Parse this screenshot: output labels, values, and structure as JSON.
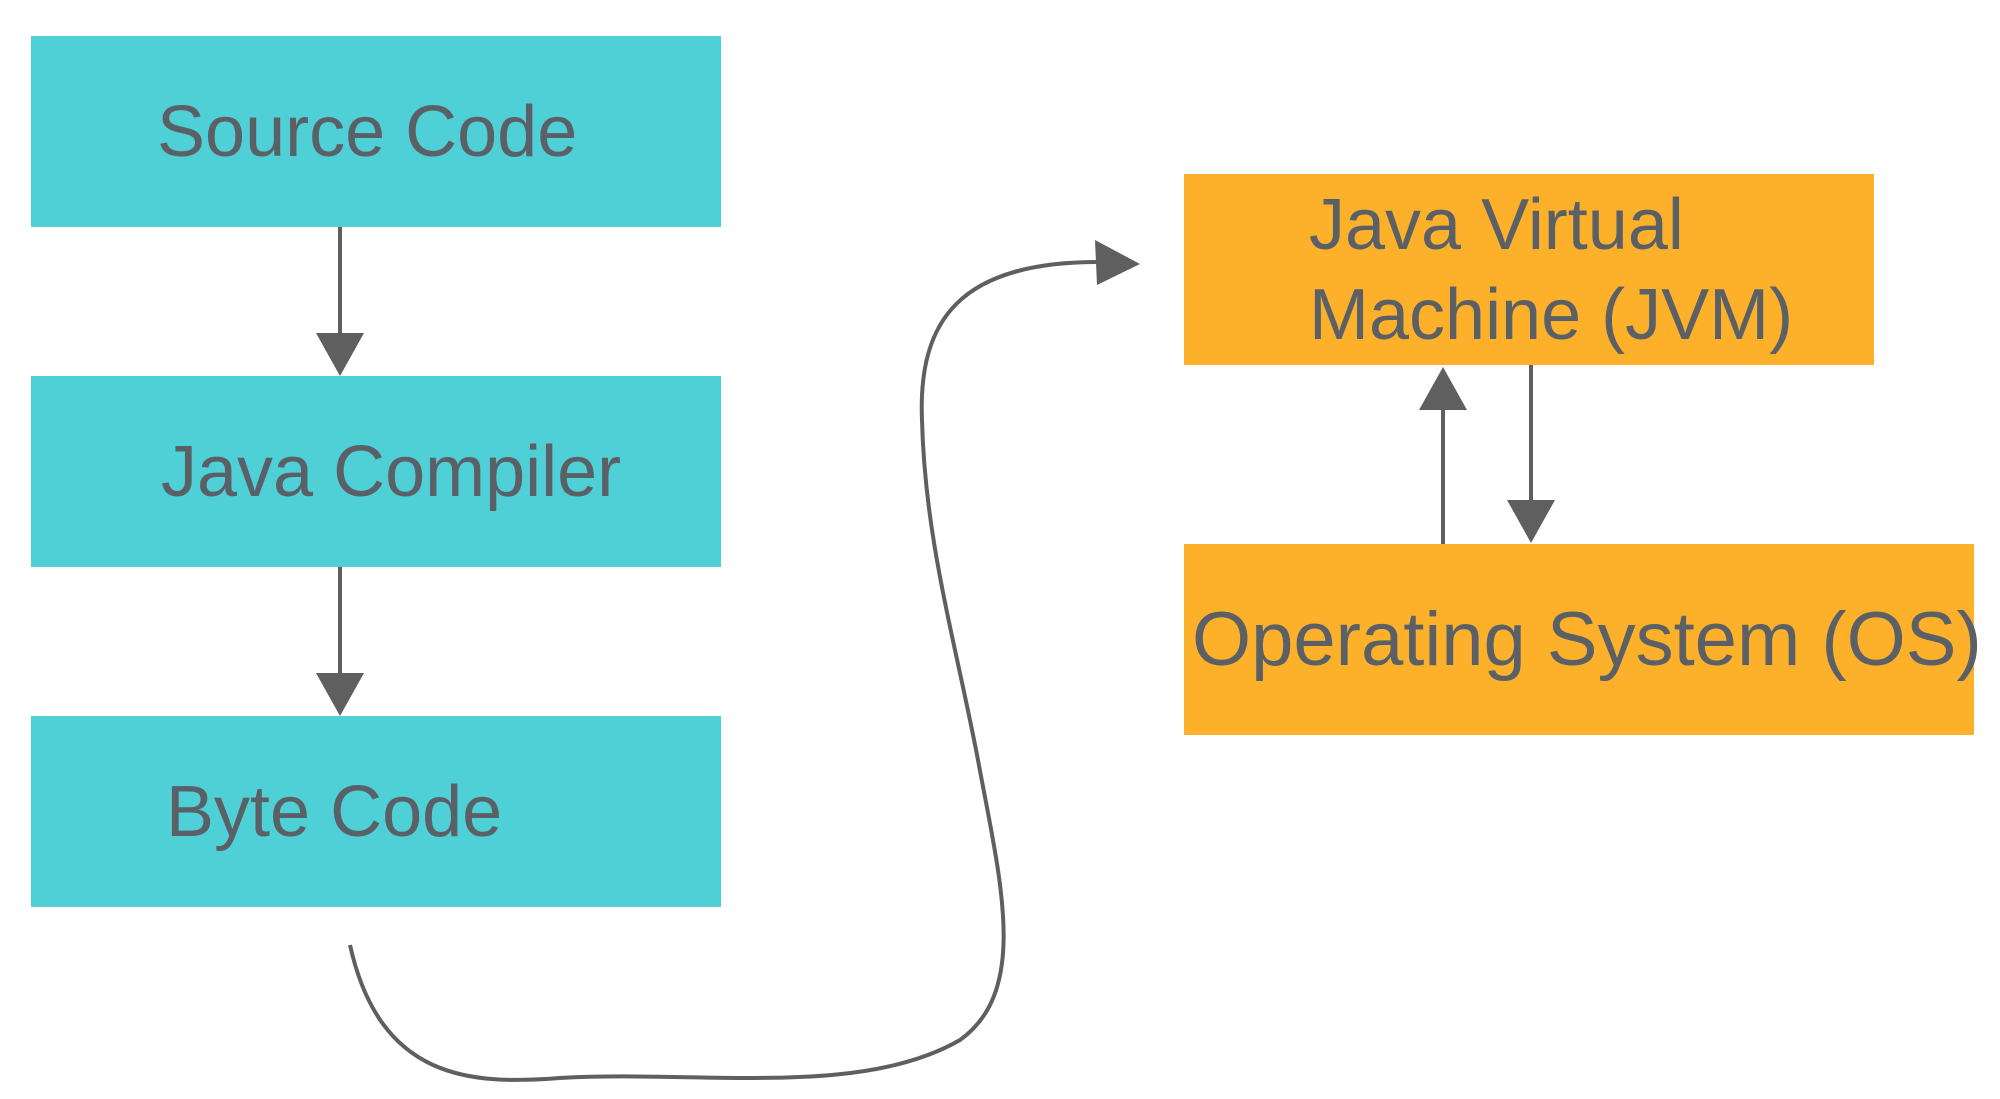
{
  "colors": {
    "compile_stage": "#4fcfd6",
    "runtime_stage": "#fdb12a",
    "arrow": "#5f5f5f",
    "text": "#5a6066"
  },
  "nodes": {
    "source_code": "Source Code",
    "java_compiler": "Java Compiler",
    "byte_code": "Byte Code",
    "jvm": "Java Virtual\nMachine (JVM)",
    "os": "Operating System (OS)"
  }
}
